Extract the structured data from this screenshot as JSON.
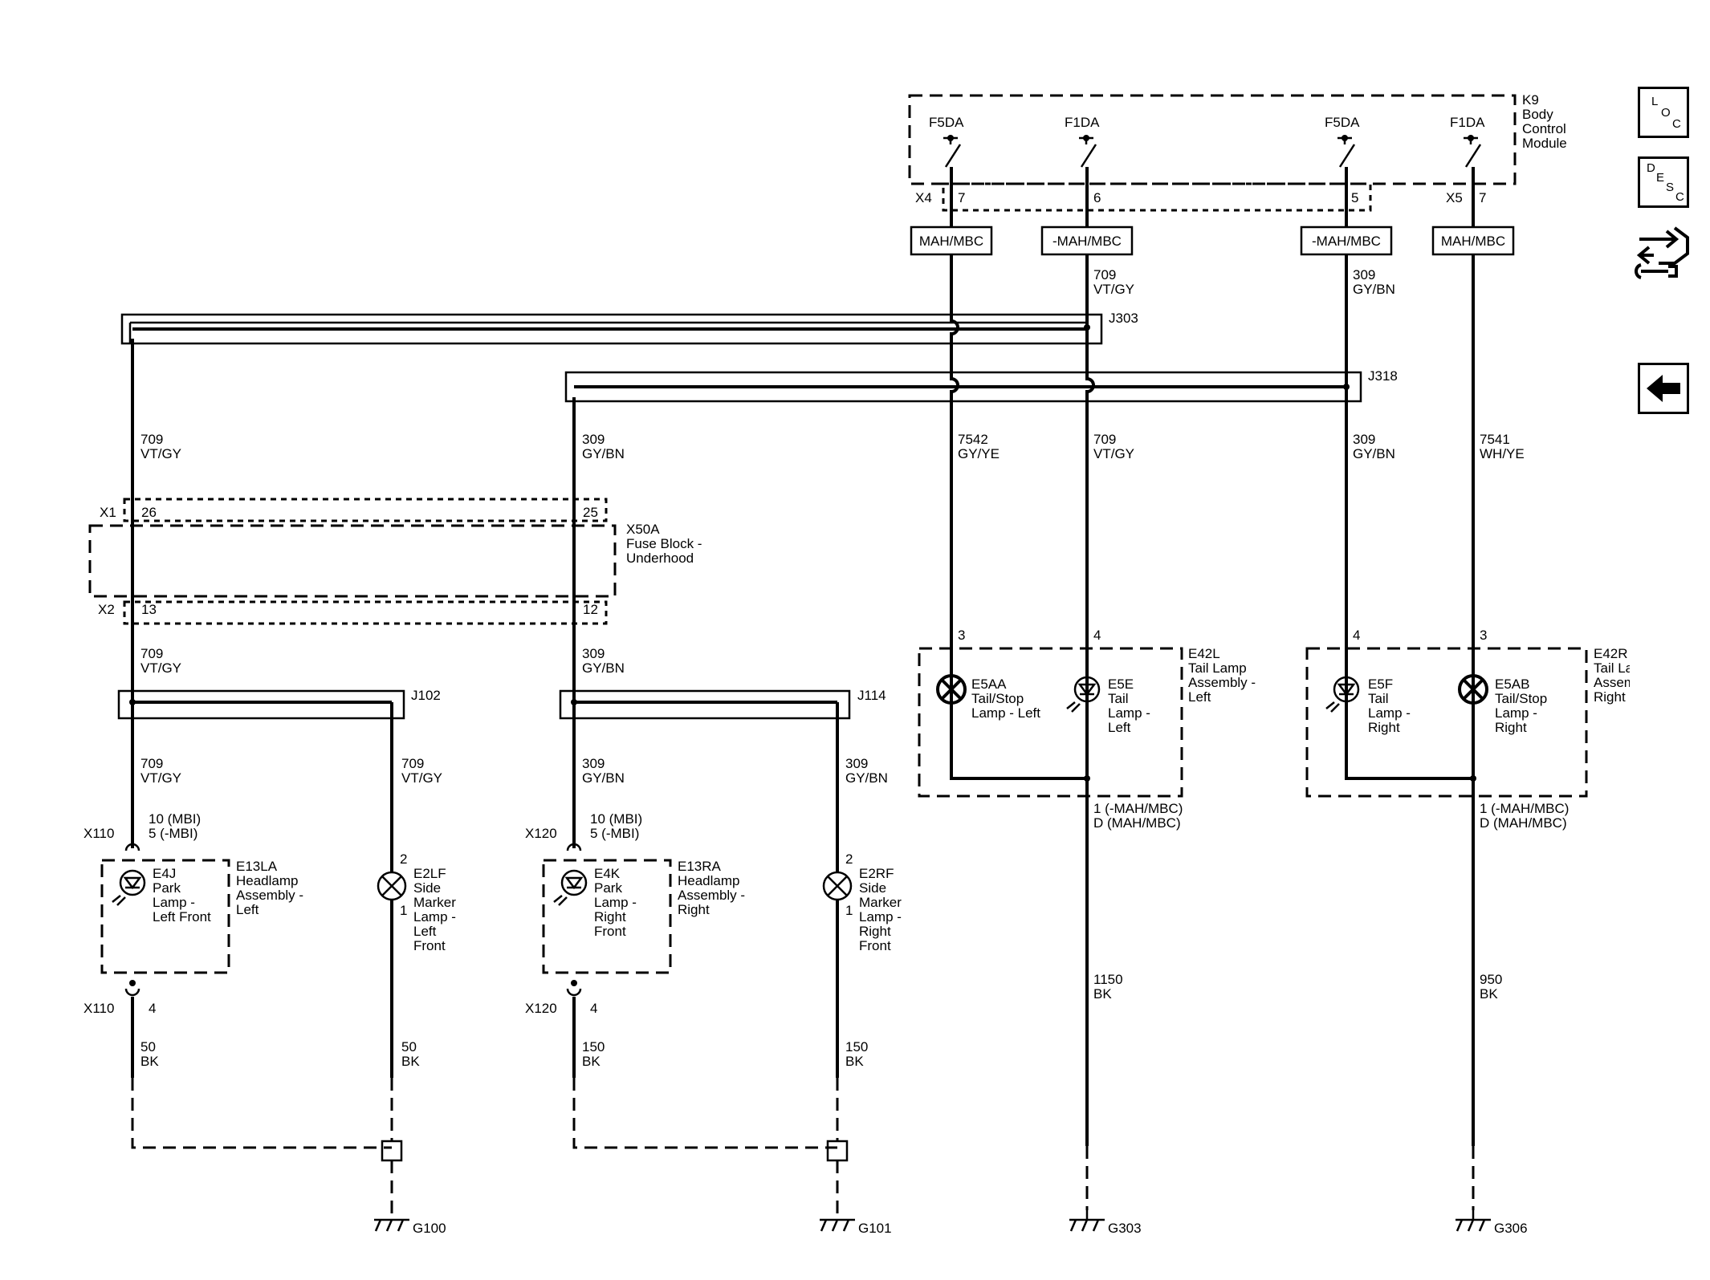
{
  "nav": {
    "loc": {
      "l1": "L",
      "l2": "O",
      "l3": "C"
    },
    "desc": {
      "l1": "D",
      "l2": "E",
      "l3": "S",
      "l4": "C"
    }
  },
  "bcm": {
    "id": "K9",
    "name1": "Body",
    "name2": "Control",
    "name3": "Module",
    "fuse1": "F5DA",
    "fuse2": "F1DA",
    "fuse3": "F5DA",
    "fuse4": "F1DA",
    "conn_x4": "X4",
    "conn_x5": "X5",
    "pin_a": "7",
    "pin_b": "6",
    "pin_c": "5",
    "pin_d": "7",
    "tag1": "MAH/MBC",
    "tag2": "-MAH/MBC",
    "tag3": "-MAH/MBC",
    "tag4": "MAH/MBC"
  },
  "wires": {
    "w709_top_c": "709",
    "w709_top_col": "VT/GY",
    "w309_top_c": "309",
    "w309_top_col": "GY/BN",
    "l709_c": "709",
    "l709_col": "VT/GY",
    "l309_c": "309",
    "l309_col": "GY/BN",
    "r7542_c": "7542",
    "r7542_col": "GY/YE",
    "r709_c": "709",
    "r709_col": "VT/GY",
    "r309_c": "309",
    "r309_col": "GY/BN",
    "r7541_c": "7541",
    "r7541_col": "WH/YE",
    "l709b_c": "709",
    "l709b_col": "VT/GY",
    "l309b_c": "309",
    "l309b_col": "GY/BN",
    "a709_c": "709",
    "a709_col": "VT/GY",
    "b709_c": "709",
    "b709_col": "VT/GY",
    "a309_c": "309",
    "a309_col": "GY/BN",
    "b309_c": "309",
    "b309_col": "GY/BN",
    "g50a_c": "50",
    "g50a_col": "BK",
    "g50b_c": "50",
    "g50b_col": "BK",
    "g150a_c": "150",
    "g150a_col": "BK",
    "g150b_c": "150",
    "g150b_col": "BK",
    "g1150_c": "1150",
    "g1150_col": "BK",
    "g950_c": "950",
    "g950_col": "BK"
  },
  "splices": {
    "j303": "J303",
    "j318": "J318",
    "j102": "J102",
    "j114": "J114"
  },
  "fuseblock": {
    "x1": "X1",
    "x2": "X2",
    "p26": "26",
    "p25": "25",
    "p13": "13",
    "p12": "12",
    "id": "X50A",
    "name1": "Fuse Block -",
    "name2": "Underhood"
  },
  "headlamp_left": {
    "conn": "X110",
    "pin_a": "10 (MBI)",
    "pin_b": "5 (-MBI)",
    "conn2": "X110",
    "pin_c": "4",
    "id": "E13LA",
    "name1": "Headlamp",
    "name2": "Assembly -",
    "name3": "Left",
    "lamp_id": "E4J",
    "lamp1": "Park",
    "lamp2": "Lamp -",
    "lamp3": "Left Front"
  },
  "side_left": {
    "pin_top": "2",
    "pin_bot": "1",
    "id": "E2LF",
    "n1": "Side",
    "n2": "Marker",
    "n3": "Lamp -",
    "n4": "Left",
    "n5": "Front"
  },
  "headlamp_right": {
    "conn": "X120",
    "pin_a": "10 (MBI)",
    "pin_b": "5 (-MBI)",
    "conn2": "X120",
    "pin_c": "4",
    "id": "E13RA",
    "name1": "Headlamp",
    "name2": "Assembly -",
    "name3": "Right",
    "lamp_id": "E4K",
    "lamp1": "Park",
    "lamp2": "Lamp -",
    "lamp3": "Right",
    "lamp4": "Front"
  },
  "side_right": {
    "pin_top": "2",
    "pin_bot": "1",
    "id": "E2RF",
    "n1": "Side",
    "n2": "Marker",
    "n3": "Lamp -",
    "n4": "Right",
    "n5": "Front"
  },
  "tail_left": {
    "id": "E42L",
    "name1": "Tail Lamp",
    "name2": "Assembly -",
    "name3": "Left",
    "pin3": "3",
    "pin4": "4",
    "l1_id": "E5AA",
    "l1_a": "Tail/Stop",
    "l1_b": "Lamp - Left",
    "l2_id": "E5E",
    "l2_a": "Tail",
    "l2_b": "Lamp -",
    "l2_c": "Left",
    "out1": "1 (-MAH/MBC)",
    "out2": "D (MAH/MBC)"
  },
  "tail_right": {
    "id": "E42R",
    "name1": "Tail Lamp",
    "name2": "Assembly -",
    "name3": "Right",
    "pin4": "4",
    "pin3": "3",
    "l1_id": "E5F",
    "l1_a": "Tail",
    "l1_b": "Lamp -",
    "l1_c": "Right",
    "l2_id": "E5AB",
    "l2_a": "Tail/Stop",
    "l2_b": "Lamp -",
    "l2_c": "Right",
    "out1": "1 (-MAH/MBC)",
    "out2": "D (MAH/MBC)"
  },
  "grounds": {
    "g100": "G100",
    "g101": "G101",
    "g303": "G303",
    "g306": "G306"
  }
}
